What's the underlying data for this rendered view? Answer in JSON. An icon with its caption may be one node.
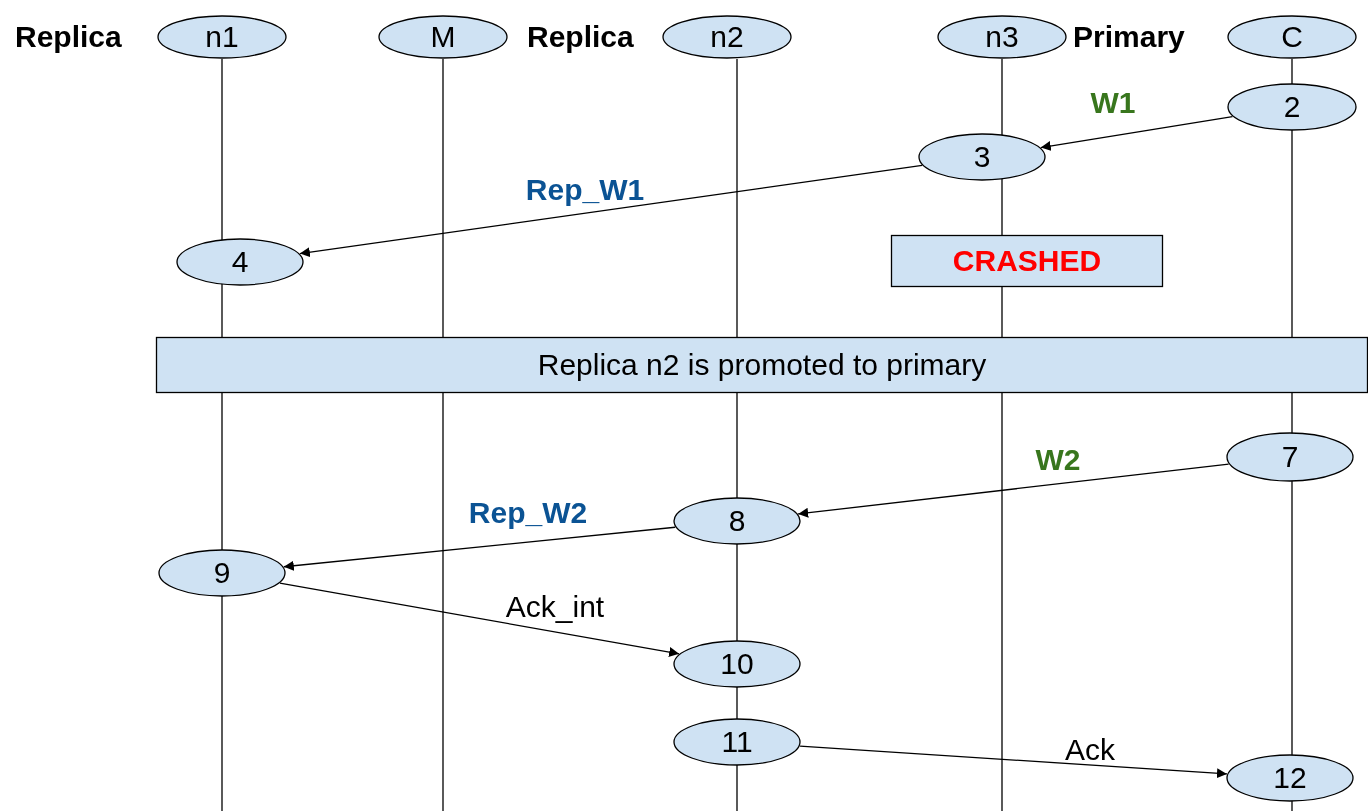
{
  "diagram": {
    "nodes": [
      {
        "text": [
          "n1"
        ]
      },
      {
        "text": [
          "M"
        ]
      },
      {
        "text": [
          "n2"
        ]
      },
      {
        "text": [
          "n3"
        ]
      },
      {
        "text": [
          "C"
        ]
      },
      {
        "text": [
          "2"
        ]
      },
      {
        "text": [
          "3"
        ]
      },
      {
        "text": [
          "4"
        ]
      },
      {
        "text": [
          "CRASHED"
        ]
      },
      {
        "text": [
          "Replica n2 is promoted to primary"
        ]
      },
      {
        "text": [
          "7"
        ]
      },
      {
        "text": [
          "8"
        ]
      },
      {
        "text": [
          "9"
        ]
      },
      {
        "text": [
          "10"
        ]
      },
      {
        "text": [
          "11"
        ]
      },
      {
        "text": [
          "12"
        ]
      }
    ],
    "edges": [
      {
        "from": 5,
        "to": 6,
        "arrow": "to",
        "label": "W1"
      },
      {
        "from": 6,
        "to": 7,
        "arrow": "to",
        "label": "Rep_W1"
      },
      {
        "from": 10,
        "to": 11,
        "arrow": "to",
        "label": "W2"
      },
      {
        "from": 11,
        "to": 12,
        "arrow": "to",
        "label": "Rep_W2"
      },
      {
        "from": 12,
        "to": 13,
        "arrow": "to",
        "label": "Ack_int"
      },
      {
        "from": 14,
        "to": 15,
        "arrow": "to",
        "label": "Ack"
      }
    ],
    "labels": [
      "Replica",
      "Replica",
      "Primary"
    ]
  }
}
